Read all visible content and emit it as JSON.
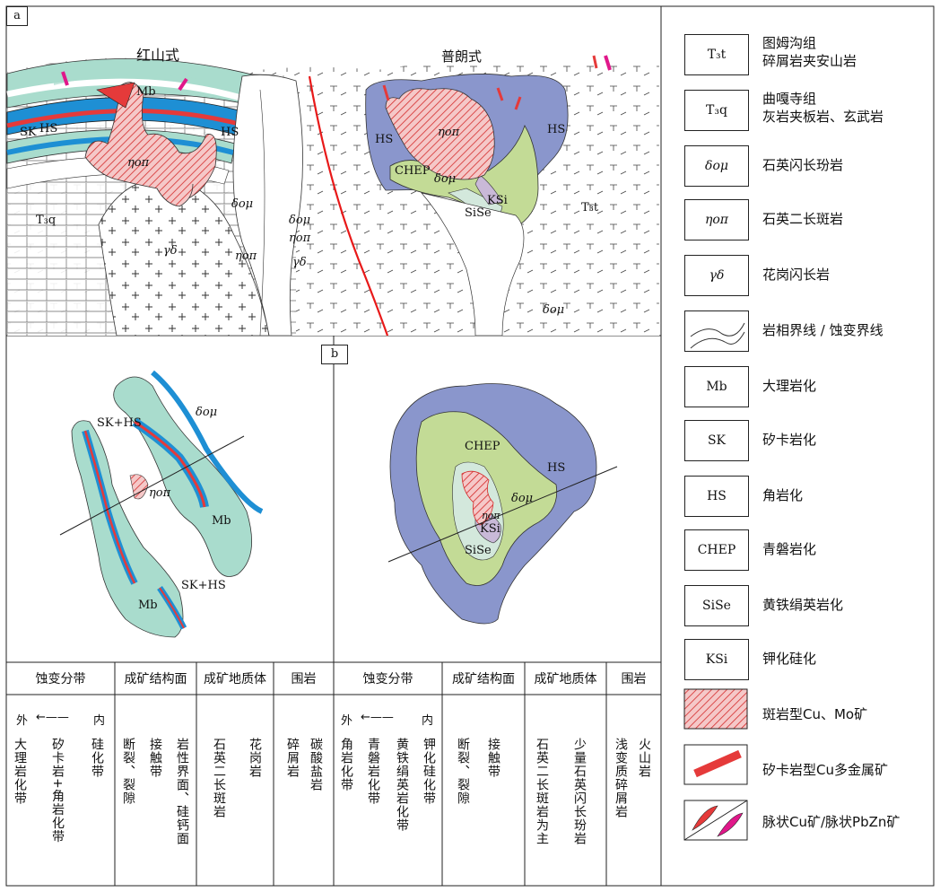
{
  "panel_a": {
    "tag": "a",
    "title_left": "红山式",
    "title_right": "普朗式",
    "labels": {
      "mb": "Mb",
      "sk": "SK",
      "hs1": "HS",
      "hs2": "HS",
      "hs3": "HS",
      "hs4": "HS",
      "eta_pi1": "ηoπ",
      "eta_pi2": "ηoπ",
      "eta_pi3": "ηoπ",
      "eta_pi4": "ηoπ",
      "gamma_delta1": "γδ",
      "gamma_delta2": "γδ",
      "delta_mu1": "δoμ",
      "delta_mu2": "δoμ",
      "delta_mu3": "δoμ",
      "delta_mu4": "δoμ",
      "t3q": "T₃q",
      "t3t": "T₃t",
      "chep": "CHEP",
      "ksi": "KSi",
      "sise": "SiSe"
    }
  },
  "panel_b": {
    "tag": "b",
    "labels": {
      "skhs1": "SK+HS",
      "skhs2": "SK+HS",
      "delta_mu_l": "δoμ",
      "eta_pi_l": "ηoπ",
      "mb1": "Mb",
      "mb2": "Mb",
      "chep": "CHEP",
      "hs": "HS",
      "delta_mu_r": "δoμ",
      "eta_pi_r": "ηoπ",
      "ksi": "KSi",
      "sise": "SiSe"
    }
  },
  "legend": [
    {
      "code": "T₃t",
      "text1": "图姆沟组",
      "text2": "碎屑岩夹安山岩"
    },
    {
      "code": "T₃q",
      "text1": "曲嘎寺组",
      "text2": "灰岩夹板岩、玄武岩"
    },
    {
      "code": "δoμ",
      "text1": "石英闪长玢岩",
      "text2": ""
    },
    {
      "code": "ηoπ",
      "text1": "石英二长斑岩",
      "text2": ""
    },
    {
      "code": "γδ",
      "text1": "花岗闪长岩",
      "text2": ""
    },
    {
      "code": "",
      "text1": "岩相界线 / 蚀变界线",
      "text2": ""
    },
    {
      "code": "Mb",
      "text1": "大理岩化",
      "text2": ""
    },
    {
      "code": "SK",
      "text1": "矽卡岩化",
      "text2": ""
    },
    {
      "code": "HS",
      "text1": "角岩化",
      "text2": ""
    },
    {
      "code": "CHEP",
      "text1": "青磐岩化",
      "text2": ""
    },
    {
      "code": "SiSe",
      "text1": "黄铁绢英岩化",
      "text2": ""
    },
    {
      "code": "KSi",
      "text1": "钾化硅化",
      "text2": ""
    },
    {
      "code": "",
      "text1": "斑岩型Cu、Mo矿",
      "text2": ""
    },
    {
      "code": "",
      "text1": "矽卡岩型Cu多金属矿",
      "text2": ""
    },
    {
      "code": "",
      "text1": "脉状Cu矿/脉状PbZn矿",
      "text2": ""
    }
  ],
  "table": {
    "headers": [
      "蚀变分带",
      "成矿结构面",
      "成矿地质体",
      "围岩",
      "蚀变分带",
      "成矿结构面",
      "成矿地质体",
      "围岩"
    ],
    "outer": "外",
    "inner": "内",
    "left": {
      "zone_cols": [
        "大理岩化带",
        "矽卡岩+角岩化带",
        "硅化带"
      ],
      "struct_cols": [
        "断裂、裂隙",
        "接触带",
        "岩性界面、硅钙面"
      ],
      "body_cols": [
        "石英二长斑岩",
        "花岗岩"
      ],
      "wall_cols": [
        "碎屑岩",
        "碳酸盐岩"
      ]
    },
    "right": {
      "zone_cols": [
        "角岩化带",
        "青磐岩化带",
        "黄铁绢英岩化带",
        "钾化硅化带"
      ],
      "struct_cols": [
        "断裂、裂隙",
        "接触带"
      ],
      "body_cols": [
        "石英二长斑岩为主",
        "少量石英闪长玢岩"
      ],
      "wall_cols": [
        "浅变质碎屑岩",
        "火山岩"
      ]
    }
  },
  "colors": {
    "mb": "#a9dccd",
    "sk": "#1e8fd4",
    "hs": "#8a96cc",
    "chep": "#c3db96",
    "sise": "#d3e8dc",
    "ksi": "#c9b9d8",
    "ore": "#e53a3a",
    "vein_pb": "#e0188a",
    "fault": "#e81919"
  }
}
